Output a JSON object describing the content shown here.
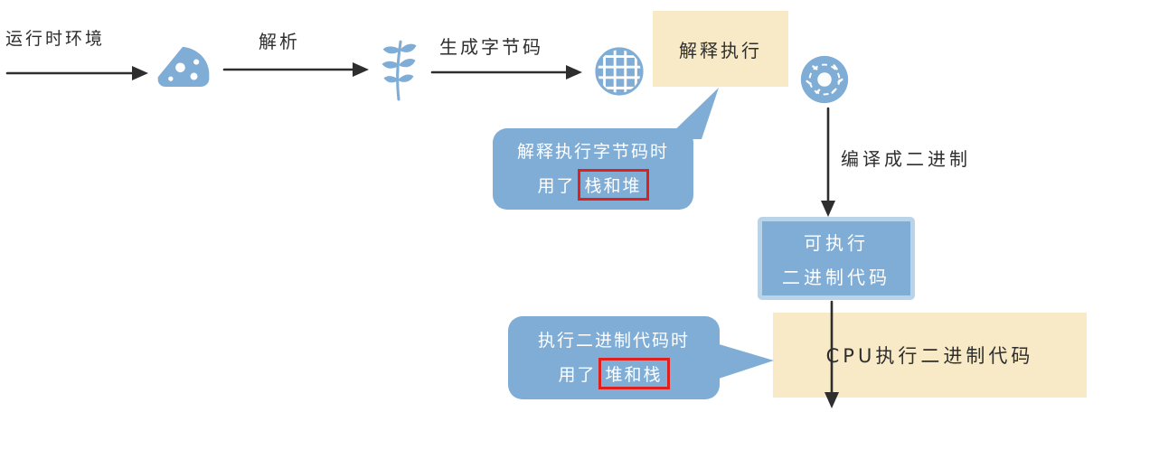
{
  "colors": {
    "accent_blue": "#7FADD6",
    "cream": "#F8EAC6",
    "ink": "#2E2E2E",
    "annotation_red": "#E0201C",
    "box_border_blue": "#B9D3E9"
  },
  "flow": {
    "runtime_env_label": "运行时环境",
    "parse_label": "解析",
    "generate_bytecode_label": "生成字节码",
    "interpret_execute_label": "解释执行",
    "compile_to_binary_label": "编译成二进制",
    "executable_binary_box": {
      "line1": "可执行",
      "line2": "二进制代码"
    },
    "cpu_execute_label": "CPU执行二进制代码"
  },
  "callouts": {
    "interpret_note": {
      "line1": "解释执行字节码时",
      "line2_prefix": "用了",
      "line2_highlighted": "栈和堆"
    },
    "execute_note": {
      "line1": "执行二进制代码时",
      "line2_prefix": "用了",
      "line2_highlighted": "堆和栈"
    }
  },
  "icons": {
    "step1": "cheese-icon",
    "step2": "sprout-icon",
    "step3": "waffle-icon",
    "step4": "donut-icon"
  }
}
